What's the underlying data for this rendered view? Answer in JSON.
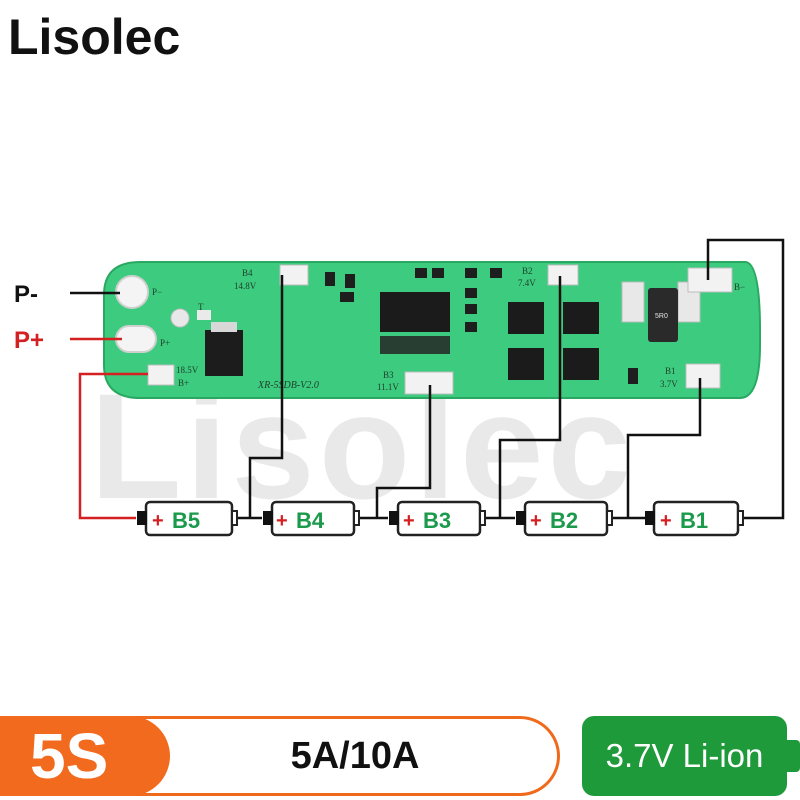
{
  "brand": "Lisolec",
  "watermark": "Lisolec",
  "board": {
    "model": "XR-5SDB-V2.0",
    "pads": {
      "b4": {
        "name": "B4",
        "voltage": "14.8V"
      },
      "b3": {
        "name": "B3",
        "voltage": "11.1V"
      },
      "b2": {
        "name": "B2",
        "voltage": "7.4V"
      },
      "b1": {
        "name": "B1",
        "voltage": "3.7V"
      },
      "b5": {
        "voltage": "18.5V"
      },
      "p_minus": "P−",
      "p_plus": "P+",
      "b_plus": "B+",
      "b_minus": "B−",
      "t": "T"
    },
    "resistor_code": "5R0"
  },
  "terminals": {
    "p_minus": "P-",
    "p_plus": "P+"
  },
  "cells": [
    {
      "label": "B5",
      "plus": "+"
    },
    {
      "label": "B4",
      "plus": "+"
    },
    {
      "label": "B3",
      "plus": "+"
    },
    {
      "label": "B2",
      "plus": "+"
    },
    {
      "label": "B1",
      "plus": "+"
    }
  ],
  "footer": {
    "series": "5S",
    "current": "5A/10A",
    "chemistry": "3.7V Li-ion"
  },
  "colors": {
    "board": "#36c77a",
    "wire_black": "#111111",
    "wire_red": "#d42020",
    "accent_orange": "#f26a1e",
    "accent_green": "#1f9a3a",
    "cell_label": "#1a9a4a",
    "cell_plus": "#d42020"
  }
}
